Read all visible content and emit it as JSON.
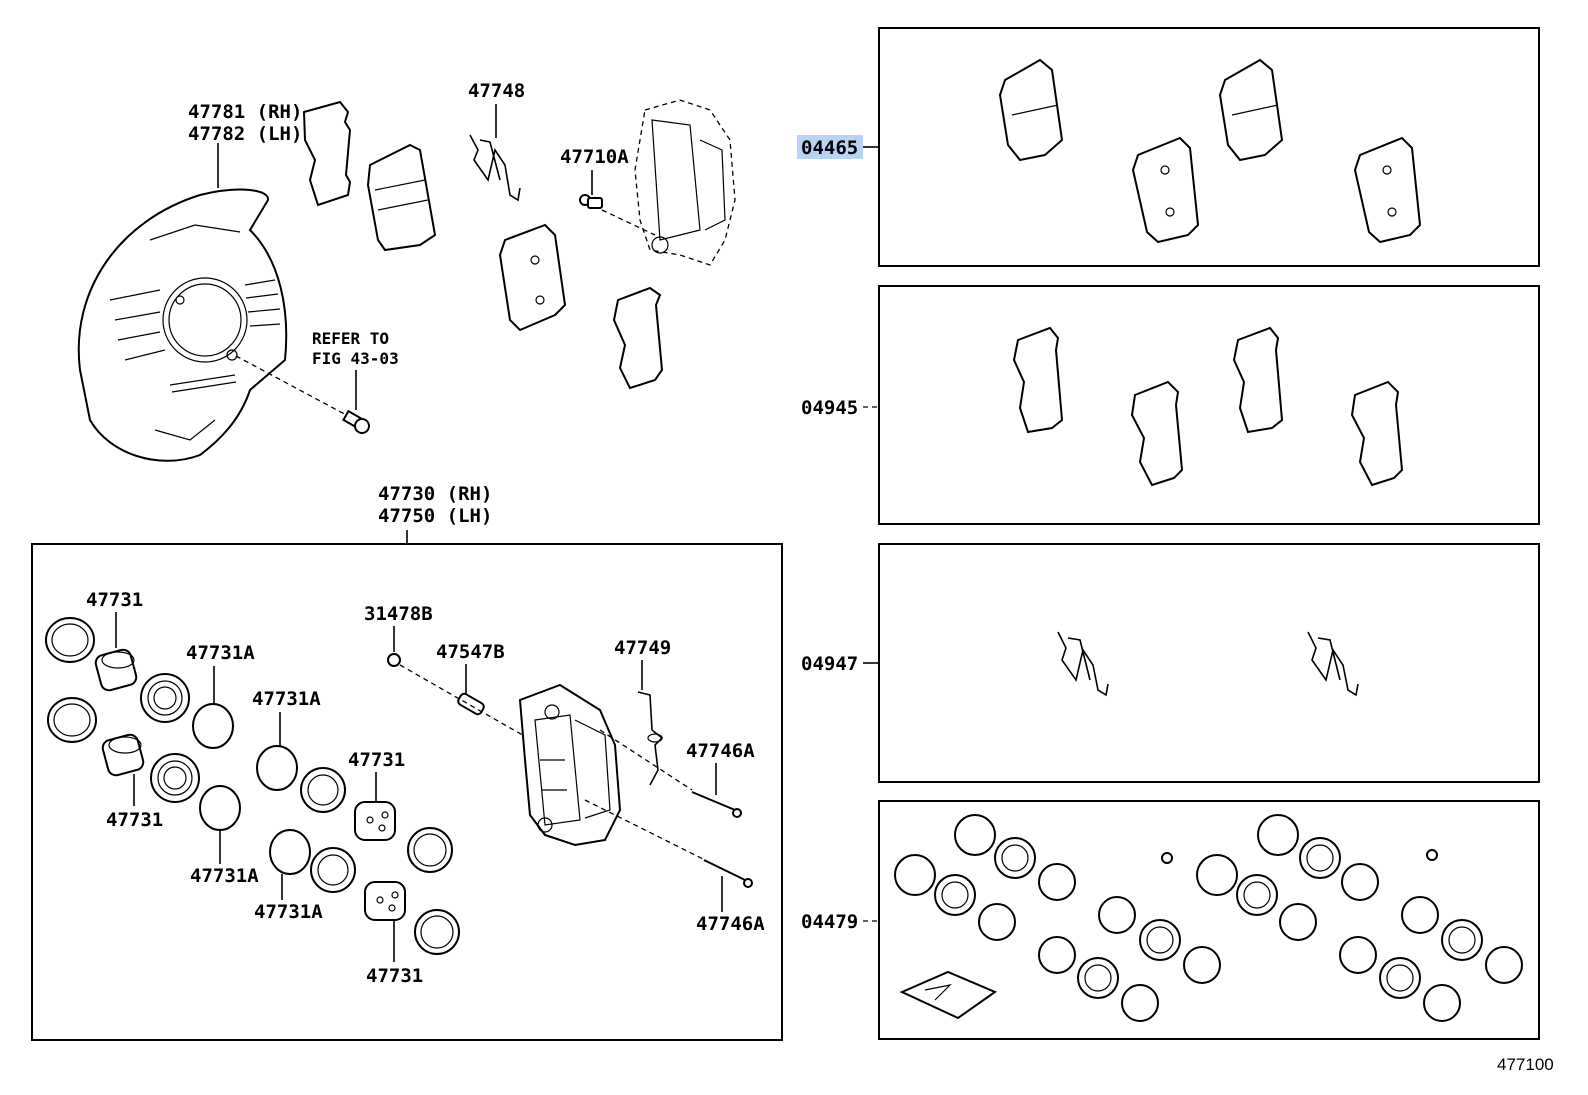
{
  "labels": {
    "shield_rh": "47781 (RH)",
    "shield_lh": "47782 (LH)",
    "spring_top": "47748",
    "bolt_top": "47710A",
    "refer_line1": "REFER TO",
    "refer_line2": "FIG 43-03",
    "caliper_rh": "47730 (RH)",
    "caliper_lh": "47750 (LH)",
    "p47731_a": "47731",
    "p47731a_a": "47731A",
    "p47731a_b": "47731A",
    "p47731_b": "47731",
    "p47731_c": "47731",
    "p47731a_c": "47731A",
    "p47731a_d": "47731A",
    "p47731_d": "47731",
    "p31478b": "31478B",
    "p47547b": "47547B",
    "p47749": "47749",
    "p47746a_a": "47746A",
    "p47746a_b": "47746A",
    "kit_04465": "04465",
    "kit_04945": "04945",
    "kit_04947": "04947",
    "kit_04479": "04479",
    "figure_number": "477100"
  },
  "colors": {
    "highlight": "#b9d3f5",
    "line": "#000000"
  }
}
